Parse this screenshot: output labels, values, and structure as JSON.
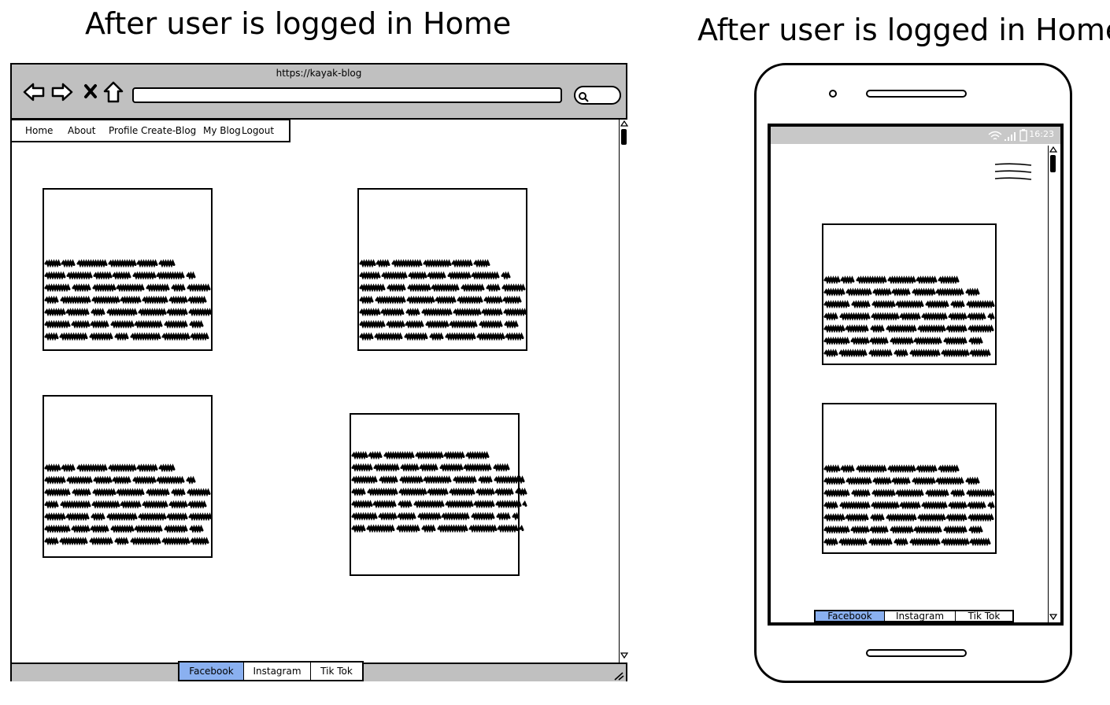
{
  "headings": {
    "desktop": "After user is logged in Home",
    "mobile": "After user is logged in Home"
  },
  "browser": {
    "url": "https://kayak-blog",
    "menu": [
      "Home",
      "About",
      "Profile",
      "Create-Blog",
      "My Blog",
      "Logout"
    ],
    "social": [
      "Facebook",
      "Instagram",
      "Tik Tok"
    ]
  },
  "mobile": {
    "time": "16:23",
    "social": [
      "Facebook",
      "Instagram",
      "Tik Tok"
    ]
  },
  "icons": [
    "back-arrow-icon",
    "forward-arrow-icon",
    "close-icon",
    "home-icon",
    "search-icon",
    "hamburger-menu-icon",
    "wifi-icon",
    "signal-icon",
    "battery-icon",
    "resize-grip-icon"
  ],
  "colors": {
    "chrome_gray": "#c0c0c0",
    "active_tab": "#8ab0f0",
    "status_bar": "#c8c8c8"
  }
}
